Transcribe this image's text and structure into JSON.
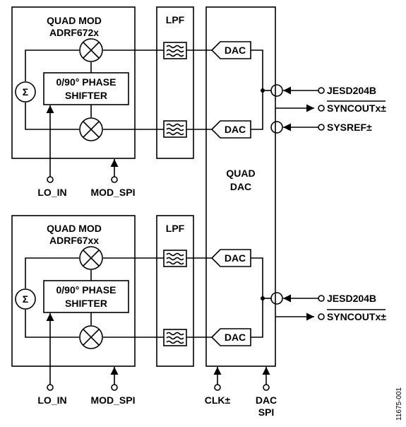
{
  "top_module": {
    "title_line1": "QUAD MOD",
    "title_line2": "ADRF672x",
    "phase_line1": "0/90° PHASE",
    "phase_line2": "SHIFTER",
    "sigma": "Σ",
    "lo_label": "LO_IN",
    "spi_label": "MOD_SPI"
  },
  "bottom_module": {
    "title_line1": "QUAD MOD",
    "title_line2": "ADRF67xx",
    "phase_line1": "0/90° PHASE",
    "phase_line2": "SHIFTER",
    "sigma": "Σ",
    "lo_label": "LO_IN",
    "spi_label": "MOD_SPI"
  },
  "lpf": {
    "top_label": "LPF",
    "bottom_label": "LPF"
  },
  "dac_block": {
    "title_line1": "QUAD",
    "title_line2": "DAC",
    "dac_labels": [
      "DAC",
      "DAC",
      "DAC",
      "DAC"
    ],
    "clk_label": "CLK±",
    "spi_line1": "DAC",
    "spi_line2": "SPI"
  },
  "right_signals": {
    "jesd_top": "JESD204B",
    "syncout_top": "SYNCOUTx±",
    "sysref": "SYSREF±",
    "jesd_bottom": "JESD204B",
    "syncout_bottom": "SYNCOUTx±"
  },
  "figure_id": "11675-001"
}
